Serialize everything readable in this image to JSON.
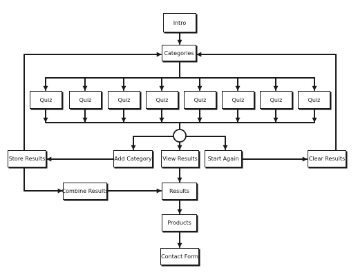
{
  "nodes": {
    "intro": "Intro",
    "categories": "Categories",
    "quizzes": [
      "Quiz",
      "Quiz",
      "Quiz",
      "Quiz",
      "Quiz",
      "Quiz",
      "Quiz",
      "Quiz"
    ],
    "store_results": "Store Results",
    "add_category": "Add Category",
    "view_results": "View Results",
    "start_again": "Start Again",
    "clear_results": "Clear Results",
    "combine_results": "Combine Results",
    "results": "Results",
    "products": "Products",
    "contact_form": "Contact Form"
  },
  "colors": {
    "ink": "#1a1a1a",
    "background": "#ffffff"
  }
}
